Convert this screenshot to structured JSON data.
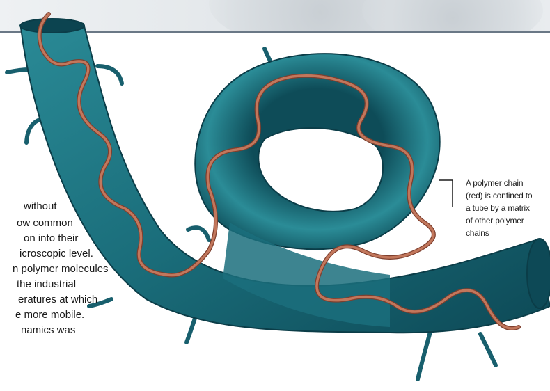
{
  "body_text": {
    "lines": [
      "without",
      "ow common",
      "on into their",
      "icroscopic level.",
      "n polymer molecules",
      "the industrial",
      "eratures at which",
      "e more mobile.",
      "namics was"
    ]
  },
  "caption": {
    "lines": [
      "A polymer chain",
      "(red) is confined to",
      "a tube by a matrix",
      "of other polymer",
      "chains"
    ]
  },
  "colors": {
    "tube_dark": "#0c4450",
    "tube_mid": "#1d7683",
    "tube_light": "#4aa0aa",
    "chain": "#c2775c",
    "chain_edge": "#7e3f2e",
    "side_chain": "#185f6d"
  }
}
